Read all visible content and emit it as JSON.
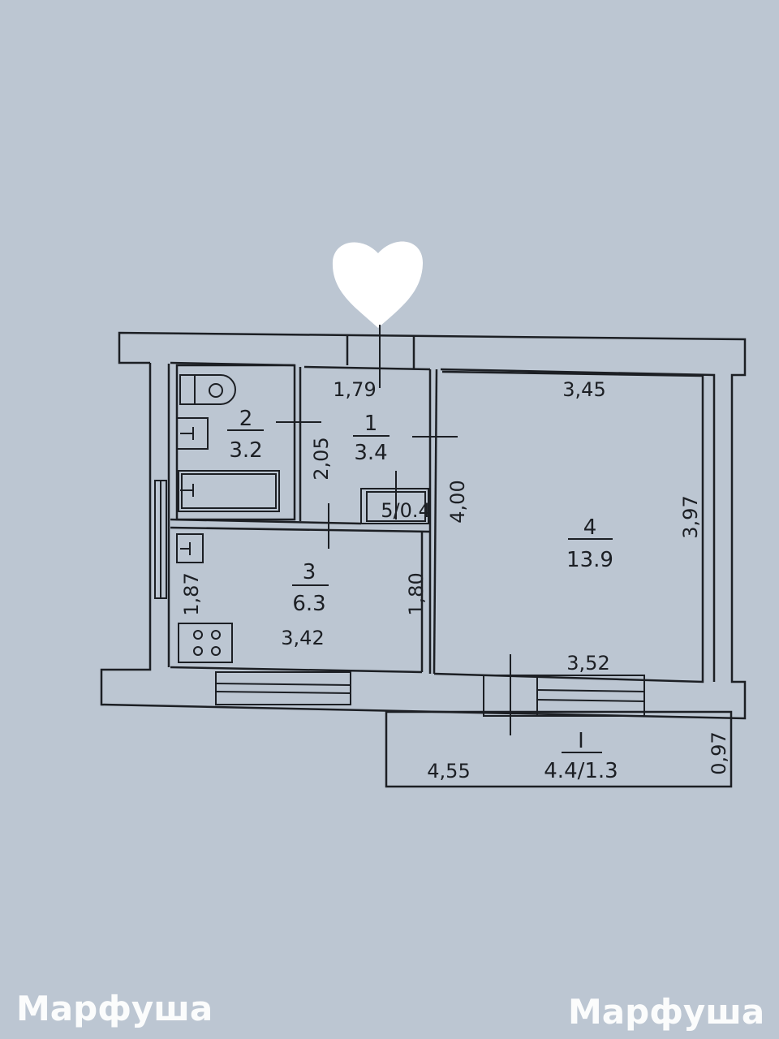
{
  "plan": {
    "rooms": [
      {
        "number": "1",
        "area": "3.4"
      },
      {
        "number": "2",
        "area": "3.2"
      },
      {
        "number": "3",
        "area": "6.3"
      },
      {
        "number": "4",
        "area": "13.9"
      },
      {
        "number": "5/0.4"
      },
      {
        "number": "I",
        "area": "4.4/1.3"
      }
    ],
    "dimensions": {
      "room1_width": "1,79",
      "room2_height": "2,05",
      "room1_height": "4,00",
      "room4_top": "3,45",
      "room4_height": "3,97",
      "room4_bottom": "3,52",
      "room3_left": "1,87",
      "room3_right": "1,80",
      "room3_bottom": "3,42",
      "balcony_length": "4,55",
      "balcony_depth": "0,97"
    }
  },
  "watermark": {
    "left": "Марфуша",
    "right": "Марфуша"
  },
  "colors": {
    "background": "#bcc6d2",
    "lines": "#1c1f24"
  }
}
